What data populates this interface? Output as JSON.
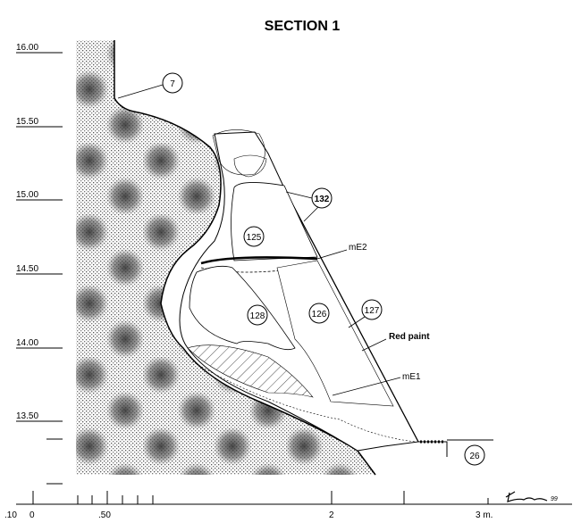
{
  "title": "SECTION 1",
  "elevation_axis": {
    "labels": [
      "16.00",
      "15.50",
      "15.00",
      "14.50",
      "14.00",
      "13.50"
    ]
  },
  "scale_bar": {
    "labels": [
      ".10",
      "0",
      ".50",
      "2",
      "3 m."
    ]
  },
  "features": [
    {
      "id": "7"
    },
    {
      "id": "132"
    },
    {
      "id": "125"
    },
    {
      "id": "128"
    },
    {
      "id": "126"
    },
    {
      "id": "127"
    },
    {
      "id": "26"
    }
  ],
  "annotations": {
    "me2": "mE2",
    "red_paint": "Red paint",
    "me1": "mE1"
  },
  "signature": "Lehner 99"
}
